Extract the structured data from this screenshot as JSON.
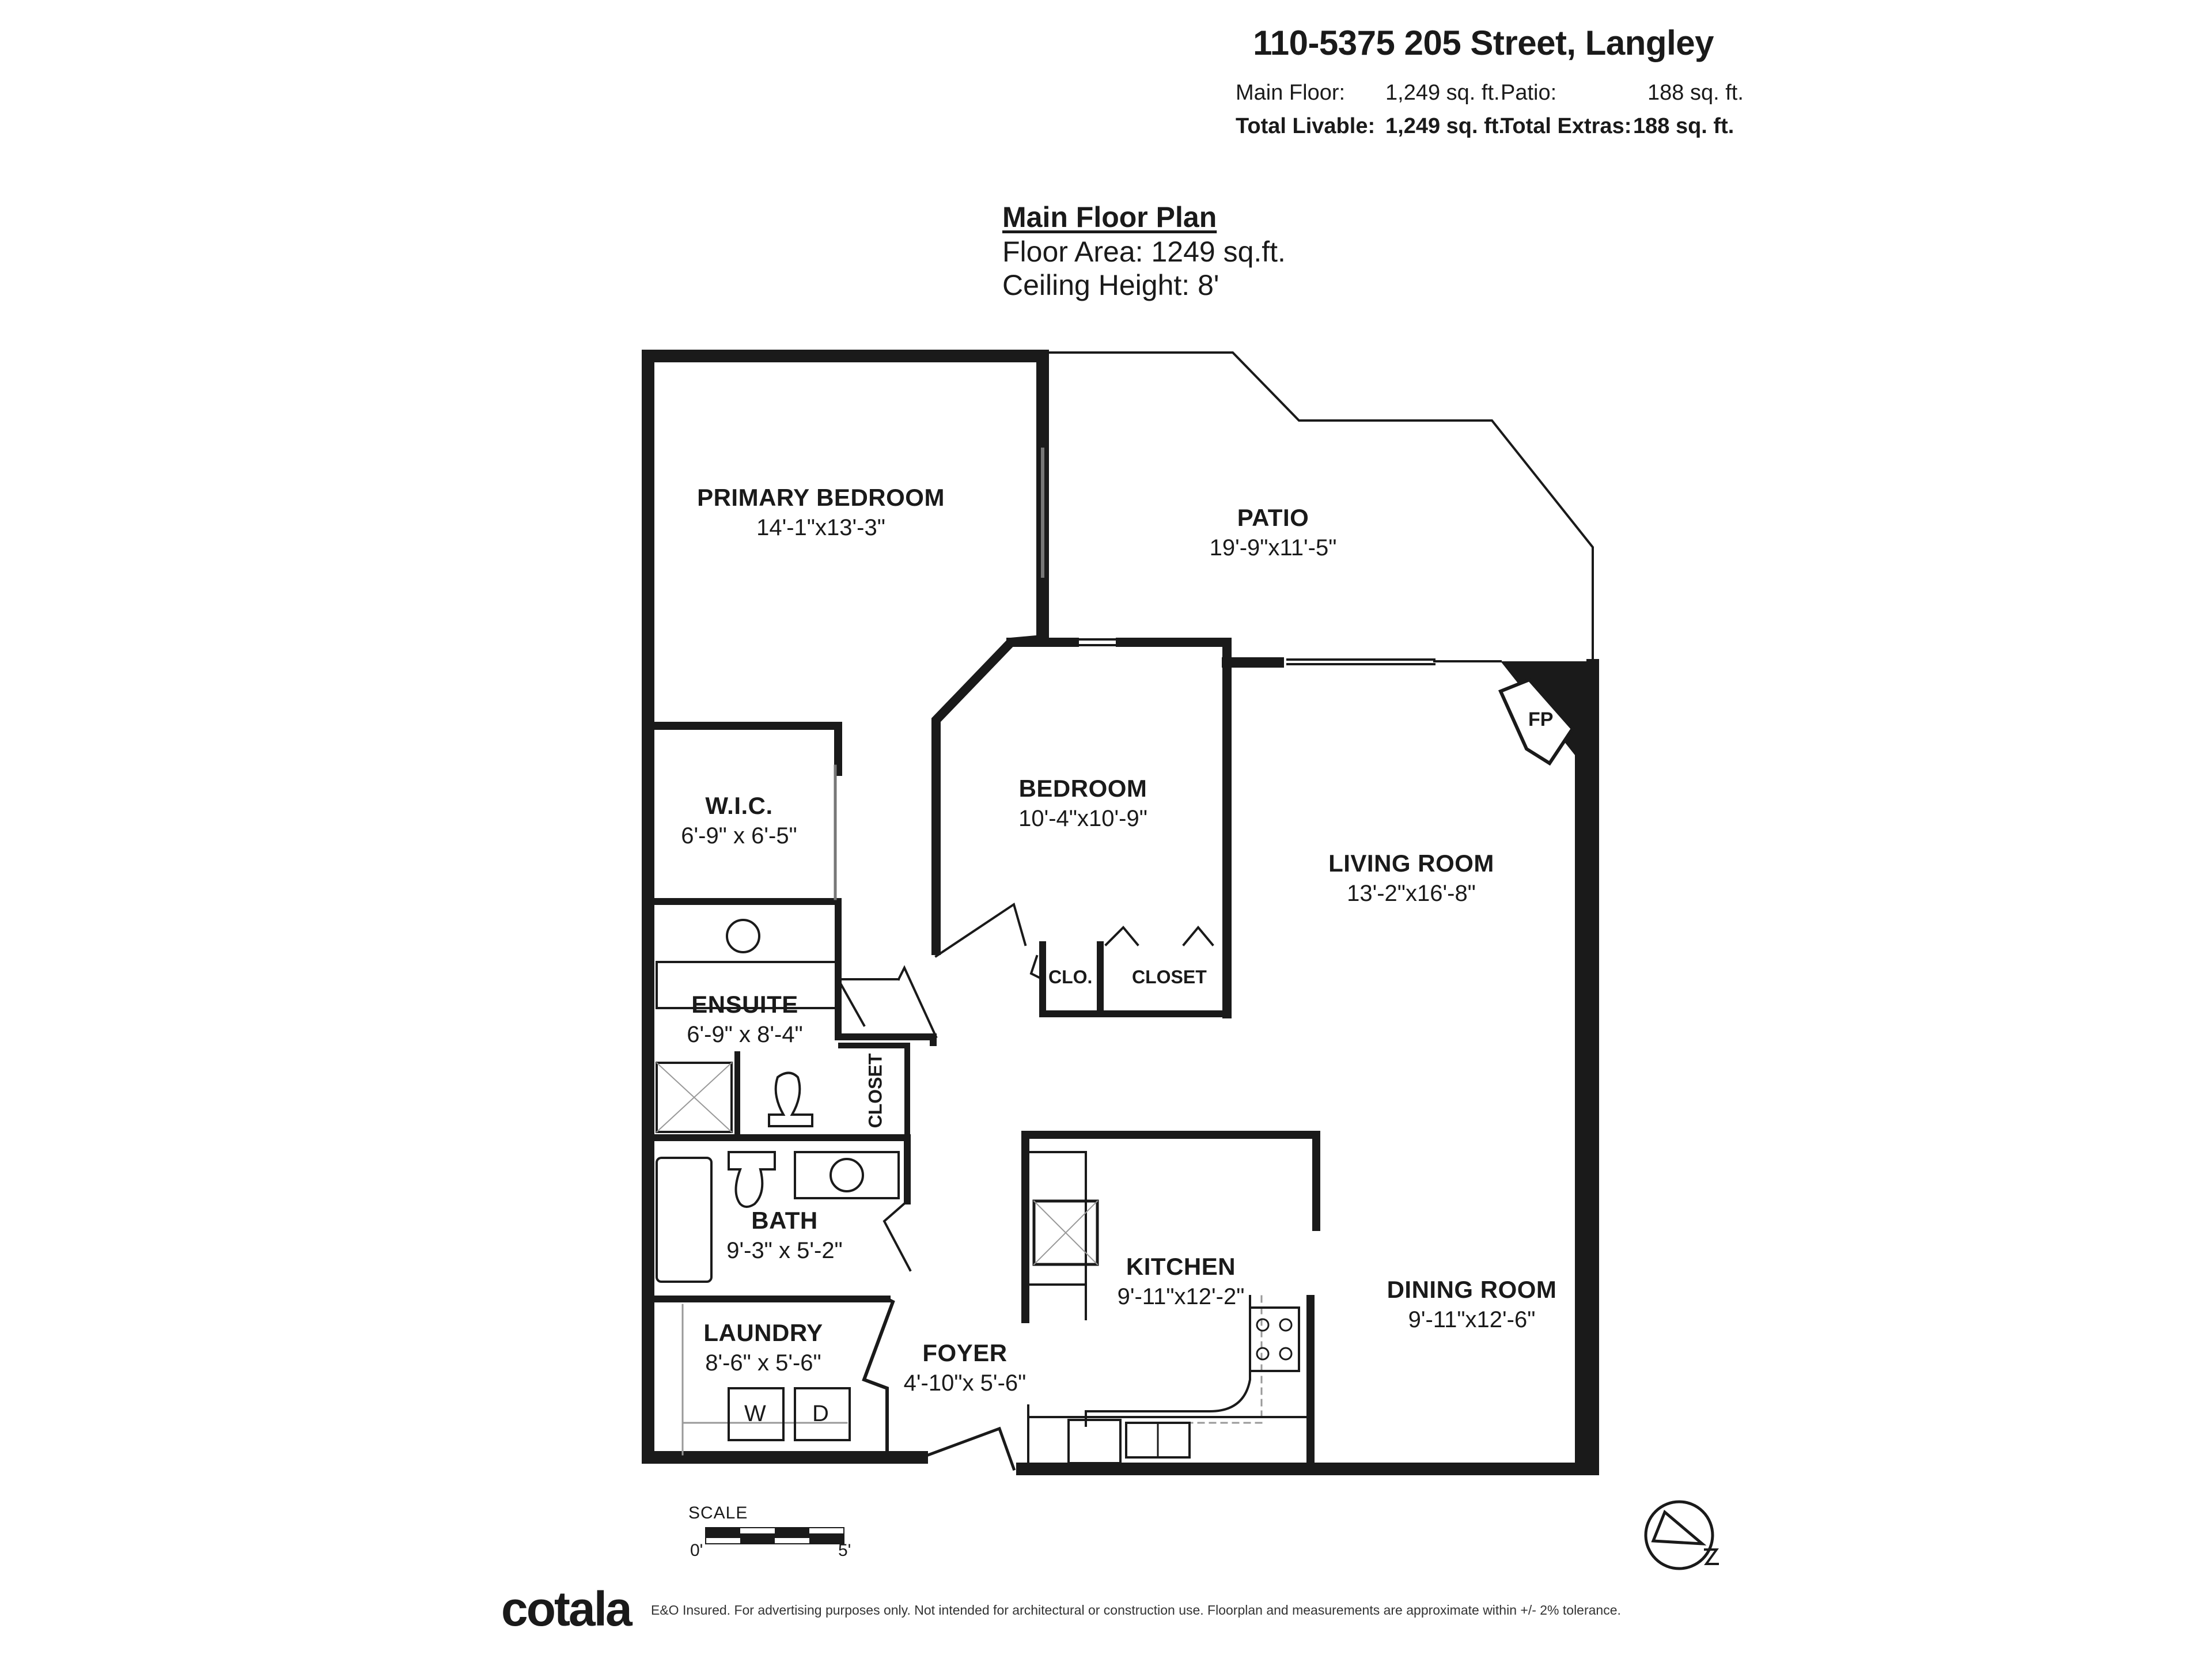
{
  "header": {
    "address": "110-5375 205 Street, Langley",
    "main_floor_label": "Main Floor:",
    "main_floor_value": "1,249 sq. ft.",
    "patio_label": "Patio:",
    "patio_value": "188 sq. ft.",
    "total_livable_label": "Total Livable:",
    "total_livable_value": "1,249 sq. ft.",
    "total_extras_label": "Total Extras:",
    "total_extras_value": "188 sq. ft."
  },
  "plan": {
    "title": "Main Floor Plan",
    "floor_area": "Floor Area: 1249 sq.ft.",
    "ceiling_height": "Ceiling Height: 8'"
  },
  "rooms": {
    "primary_bedroom": {
      "name": "PRIMARY BEDROOM",
      "dims": "14'-1\"x13'-3\""
    },
    "patio": {
      "name": "PATIO",
      "dims": "19'-9\"x11'-5\""
    },
    "wic": {
      "name": "W.I.C.",
      "dims": "6'-9\" x 6'-5\""
    },
    "bedroom": {
      "name": "BEDROOM",
      "dims": "10'-4\"x10'-9\""
    },
    "living_room": {
      "name": "LIVING ROOM",
      "dims": "13'-2\"x16'-8\""
    },
    "ensuite": {
      "name": "ENSUITE",
      "dims": "6'-9\" x 8'-4\""
    },
    "bath": {
      "name": "BATH",
      "dims": "9'-3\" x 5'-2\""
    },
    "kitchen": {
      "name": "KITCHEN",
      "dims": "9'-11\"x12'-2\""
    },
    "dining_room": {
      "name": "DINING ROOM",
      "dims": "9'-11\"x12'-6\""
    },
    "laundry": {
      "name": "LAUNDRY",
      "dims": "8'-6\" x 5'-6\""
    },
    "foyer": {
      "name": "FOYER",
      "dims": "4'-10\"x 5'-6\""
    },
    "clo": "CLO.",
    "closet_bedroom": "CLOSET",
    "closet_hall": "CLOSET",
    "fireplace": "FP",
    "washer": "W",
    "dryer": "D"
  },
  "scale": {
    "label": "SCALE",
    "start": "0'",
    "end": "5'"
  },
  "footer": {
    "logo": "cotala",
    "disclaimer": "E&O Insured. For advertising purposes only. Not intended for architectural or construction use. Floorplan and measurements are approximate within +/- 2% tolerance."
  },
  "colors": {
    "wall": "#1a1a1a",
    "fixture": "#555555",
    "background": "#ffffff"
  },
  "icons": [
    "compass-north-icon",
    "sink-icon",
    "toilet-icon",
    "shower-icon",
    "bathtub-icon",
    "stove-icon",
    "fireplace-icon"
  ]
}
